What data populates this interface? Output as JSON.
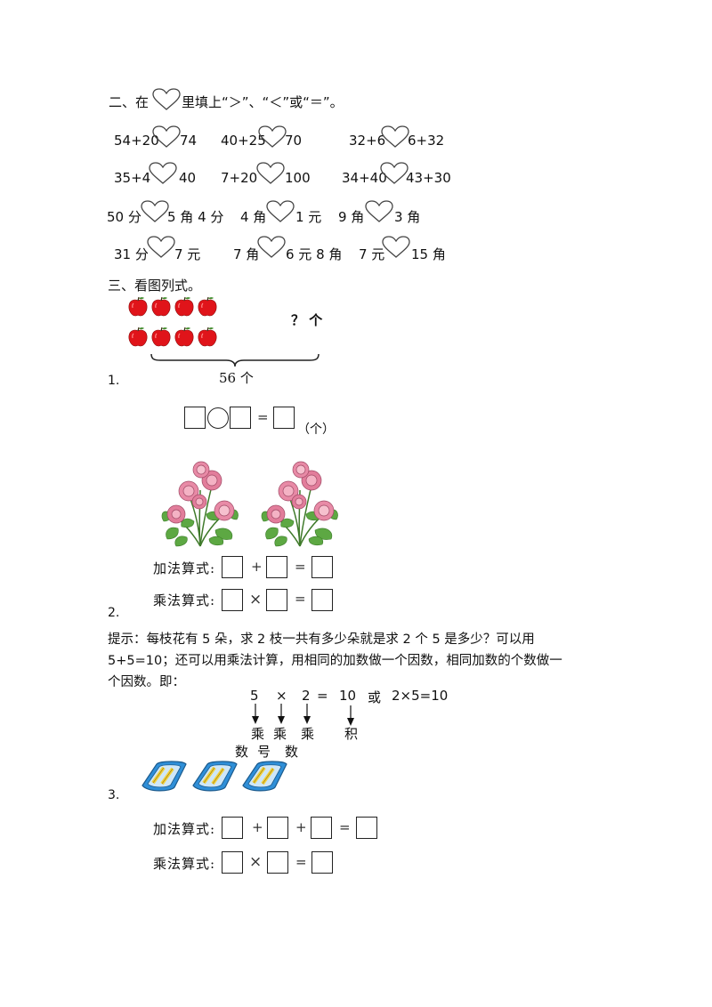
{
  "section2": {
    "title_pre": "二、在",
    "title_post": "里填上“＞”、“＜”或“＝”。",
    "rows": [
      [
        {
          "left": "54+20",
          "right": "74"
        },
        {
          "left": "40+25",
          "right": "70"
        },
        {
          "left": "32+6",
          "right": "6+32"
        }
      ],
      [
        {
          "left": "35+4",
          "right": "40"
        },
        {
          "left": "7+20",
          "right": "100"
        },
        {
          "left": "34+40",
          "right": "43+30"
        }
      ],
      [
        {
          "left": "50 分",
          "right": "5 角 4 分"
        },
        {
          "left": "4 角",
          "right": "1 元"
        },
        {
          "left": "9 角",
          "right": "3 角"
        }
      ],
      [
        {
          "left": "31 分",
          "right": "7 元"
        },
        {
          "left": "7 角",
          "right": "6 元 8 角"
        },
        {
          "left": "7 元",
          "right": "15 角"
        }
      ]
    ]
  },
  "section3": {
    "title": "三、看图列式。",
    "q1": {
      "number": "1.",
      "question": "？ 个",
      "brace_label": "56 个",
      "unit": "（个）",
      "equals": "="
    },
    "q2": {
      "number": "2.",
      "add_label": "加法算式:",
      "mul_label": "乘法算式:",
      "plus": "+",
      "times": "×",
      "equals": "="
    },
    "hint": {
      "line1": "提示：每枝花有 5 朵，求 2 枝一共有多少朵就是求 2 个 5 是多少？可以用",
      "line2": "5+5=10；还可以用乘法计算，用相同的加数做一个因数，相同加数的个数做一",
      "line3": "个因数。即：",
      "eq_5": "5",
      "eq_x": "×",
      "eq_2": "2",
      "eq_eq": "=",
      "eq_10": "10",
      "eq_or": "或",
      "eq_alt": "2×5=10",
      "cheng1_top": "乘",
      "cheng1_bottom": "数",
      "cheng2_top": "乘",
      "cheng2_bottom": "号",
      "cheng3_top": "乘",
      "cheng3_bottom": "数",
      "ji": "积"
    },
    "q3": {
      "number": "3.",
      "add_label": "加法算式:",
      "mul_label": "乘法算式:",
      "plus": "+",
      "times": "×",
      "equals": "="
    }
  },
  "colors": {
    "apple_red": "#e0141a",
    "rose_pink": "#e88aa6",
    "leaf_green": "#4f9a3a",
    "boat_blue": "#2f8fd8",
    "boat_yellow": "#f2d13a"
  }
}
